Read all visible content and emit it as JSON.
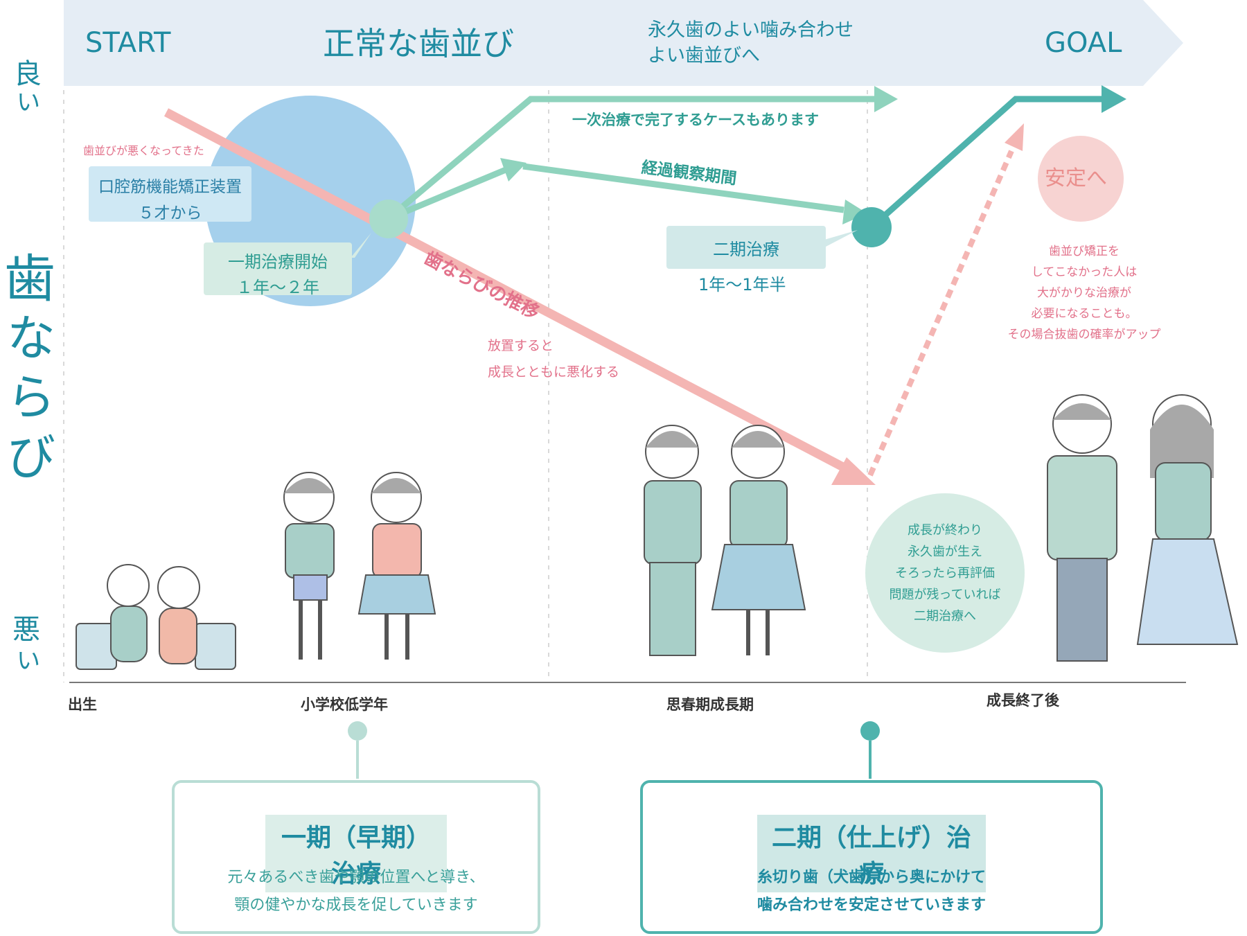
{
  "header": {
    "start": "START",
    "main_title": "正常な歯並び",
    "permanent_line1": "永久歯のよい噛み合わせ",
    "permanent_line2": "よい歯並びへ",
    "goal": "GOAL"
  },
  "y_axis": {
    "title_chars": [
      "歯",
      "な",
      "ら",
      "び"
    ],
    "good_chars": [
      "良",
      "い"
    ],
    "bad_chars": [
      "悪",
      "い"
    ]
  },
  "annotations": {
    "getting_worse": "歯並びが悪くなってきた",
    "device_line1": "口腔筋機能矯正装置",
    "device_line2": "５才から",
    "phase1_start_line1": "一期治療開始",
    "phase1_start_line2": "１年〜２年",
    "complete_case": "一次治療で完了するケースもあります",
    "observation": "経過観察期間",
    "phase2_label": "二期治療",
    "phase2_duration": "1年〜1年半",
    "trend_label": "歯ならびの推移",
    "neglect_line1": "放置すると",
    "neglect_line2": "成長とともに悪化する",
    "stable": "安定へ",
    "adult_note": [
      "歯並び矯正を",
      "してこなかった人は",
      "大がかりな治療が",
      "必要になることも。",
      "その場合抜歯の確率がアップ"
    ],
    "reassess": [
      "成長が終わり",
      "永久歯が生え",
      "そろったら再評価",
      "問題が残っていれば",
      "二期治療へ"
    ]
  },
  "timeline": {
    "birth": "出生",
    "elementary": "小学校低学年",
    "puberty": "思春期成長期",
    "after_growth": "成長終了後"
  },
  "cards": {
    "phase1": {
      "title": "一期（早期）治療",
      "line1": "元々あるべき歯や顎の位置へと導き、",
      "line2": "顎の健やかな成長を促していきます"
    },
    "phase2": {
      "title": "二期（仕上げ）治療",
      "line1": "糸切り歯（犬歯）から奥にかけて",
      "line2": "噛み合わせを安定させていきます"
    }
  },
  "colors": {
    "header_bg": "#e5edf5",
    "teal_text": "#1f8ba1",
    "green_arrow": "#8fd3bd",
    "teal_arrow": "#4fb3ad",
    "pink_arrow": "#f4b5b3",
    "big_circle": "#a5d0ec",
    "stable_circle": "#f7d3d2",
    "reassess_circle": "#d6ece4"
  }
}
